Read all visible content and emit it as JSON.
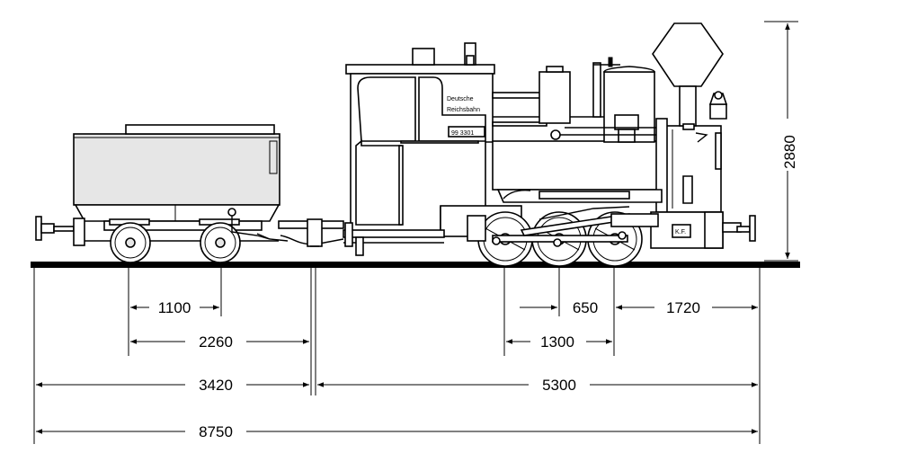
{
  "labels": {
    "cab_name_line1": "Deutsche",
    "cab_name_line2": "Reichsbahn",
    "number_plate": "99 3301",
    "smokebox_plate": "K.F."
  },
  "dimensions": {
    "height": "2880",
    "tender_wheelbase": "1100",
    "tender_axle_to_coupling": "2260",
    "front_to_coupling": "3420",
    "coupling_to_rear": "5300",
    "loco_axle_spacing": "650",
    "loco_wheelbase": "1300",
    "rear_overhang": "1720",
    "overall_length": "8750"
  },
  "colors": {
    "line": "#000000",
    "body_fill": "#ffffff",
    "shade_fill": "#e6e6e6",
    "rail": "#000000"
  }
}
